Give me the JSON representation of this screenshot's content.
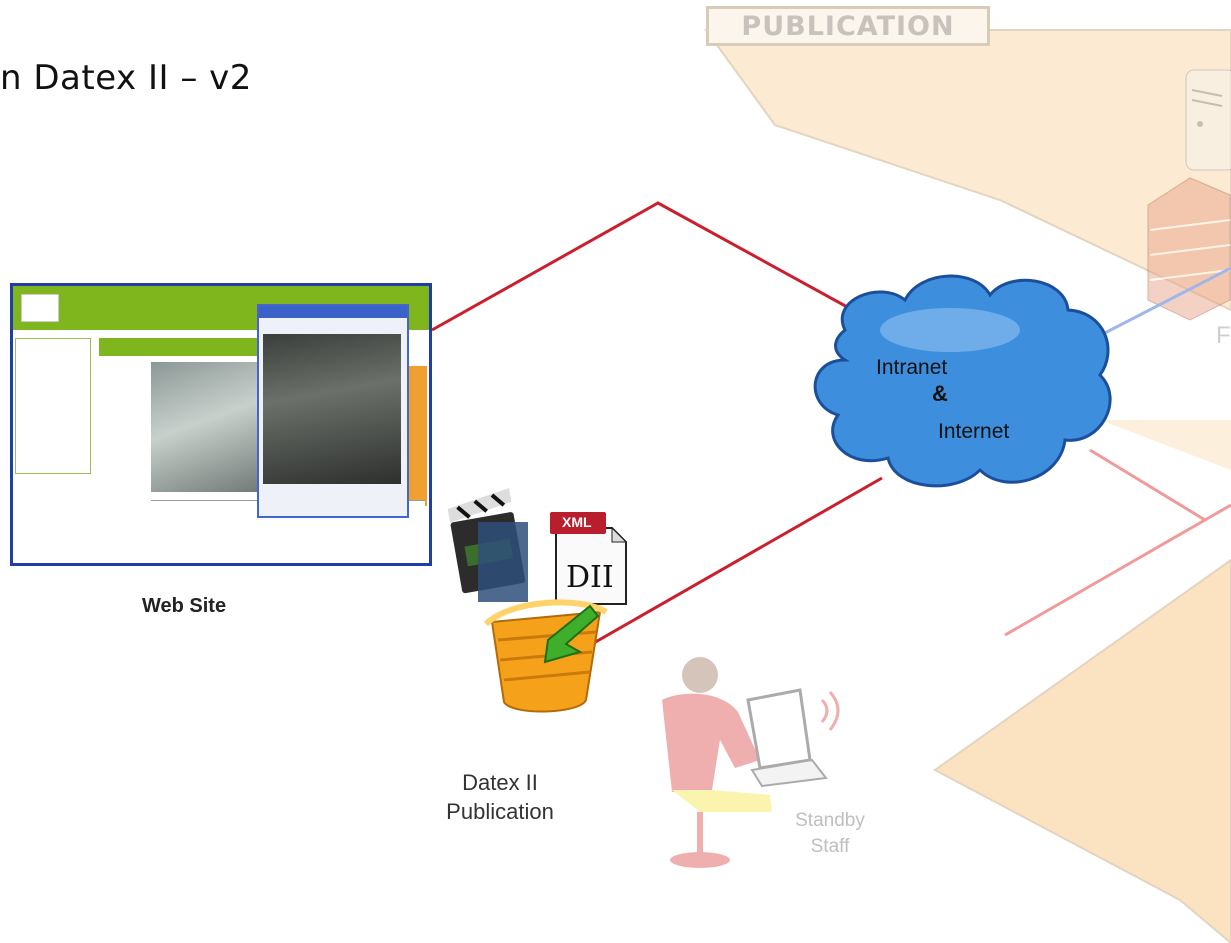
{
  "title": "n Datex II – v2",
  "zones": {
    "publication_label": "PUBLICATION"
  },
  "nodes": {
    "web_site": {
      "label": "Web Site",
      "icon": "website-screenshot-icon"
    },
    "datex_publication": {
      "line1": "Datex II",
      "line2": "Publication",
      "icon": "basket-icon"
    },
    "cloud": {
      "line1": "Intranet",
      "amp": "&",
      "line2": "Internet",
      "icon": "cloud-icon"
    },
    "standby_staff": {
      "line1": "Standby",
      "line2": "Staff",
      "icon": "person-laptop-icon"
    },
    "video": {
      "icon": "video-clapper-icon"
    },
    "dii_file": {
      "xml_tag": "XML",
      "doc_label": "DII",
      "icon": "xml-document-icon"
    },
    "server": {
      "icon": "server-icon"
    },
    "firewall": {
      "icon": "firewall-icon",
      "partial_label": "F"
    }
  },
  "colors": {
    "link_red": "#cc1f2e",
    "link_faded_red": "#ee9a9a",
    "zone_fill": "#fbe6c9",
    "cloud_fill": "#3d8bdc",
    "website_border": "#1f3fa6"
  }
}
